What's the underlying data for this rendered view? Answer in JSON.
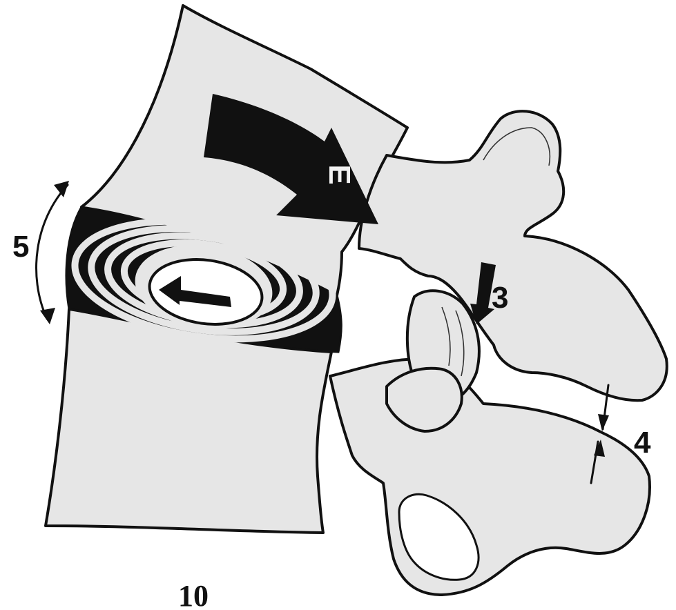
{
  "labels": {
    "flexion_arrow": "E",
    "facet_arrow": "3",
    "interspinous_gap": "4",
    "disc_height": "5"
  },
  "caption": "10",
  "colors": {
    "bone_fill": "#e6e6e6",
    "ink": "#111111",
    "background": "#ffffff"
  }
}
